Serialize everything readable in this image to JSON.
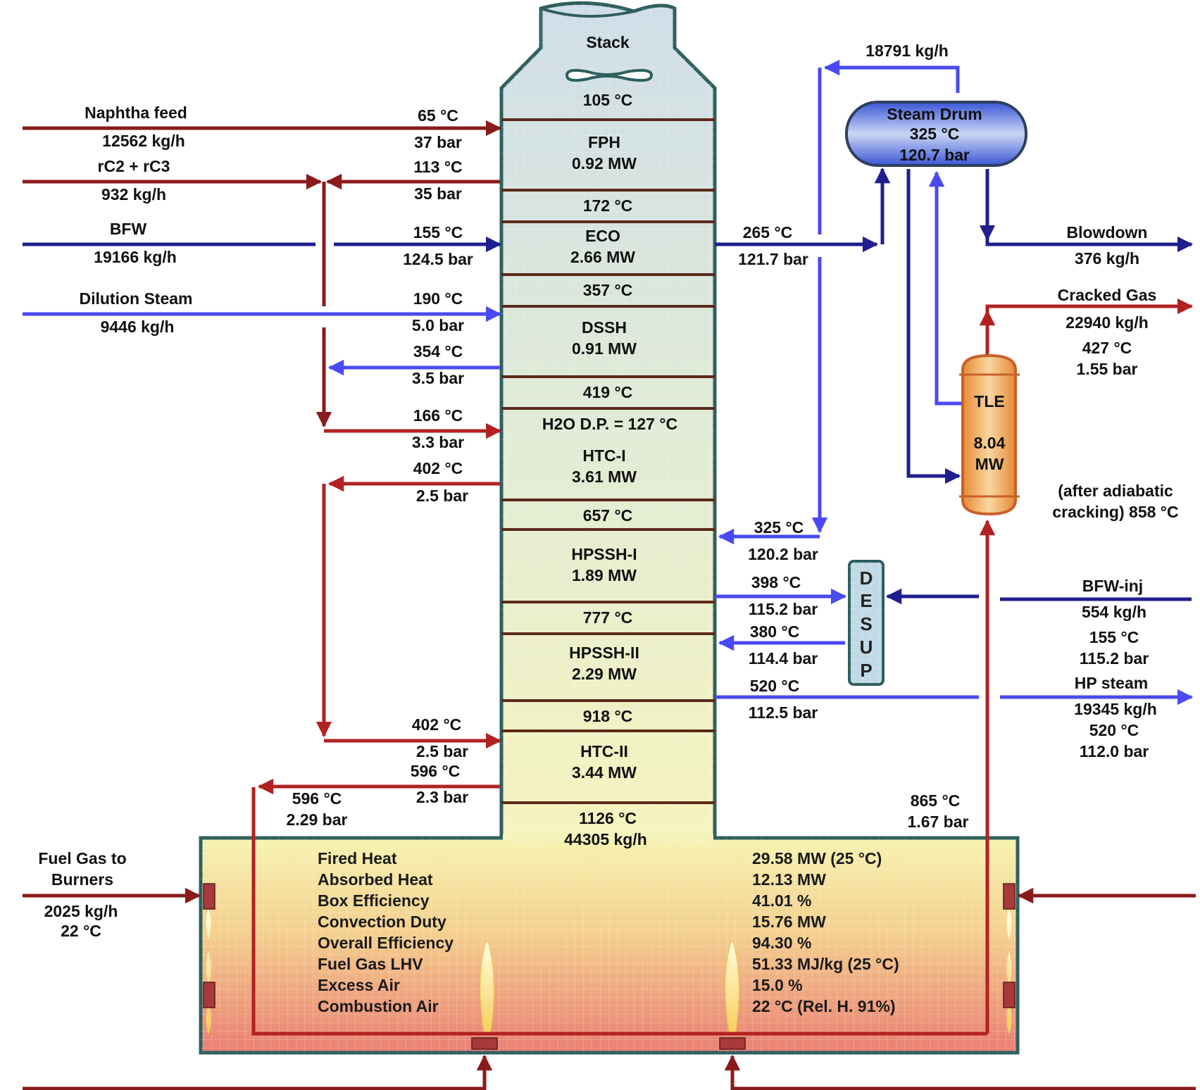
{
  "stack": {
    "title": "Stack",
    "t_exit": "105 °C"
  },
  "sections": [
    {
      "name": "FPH",
      "duty": "0.92 MW"
    },
    {
      "name": "ECO",
      "duty": "2.66 MW"
    },
    {
      "name": "DSSH",
      "duty": "0.91 MW"
    },
    {
      "name": "HTC-I",
      "duty": "3.61 MW"
    },
    {
      "name": "HPSSH-I",
      "duty": "1.89 MW"
    },
    {
      "name": "HPSSH-II",
      "duty": "2.29 MW"
    },
    {
      "name": "HTC-II",
      "duty": "3.44 MW"
    }
  ],
  "flue_temps": {
    "t1": "172 °C",
    "t2": "357 °C",
    "t3": "419 °C",
    "dew_point": "H2O D.P. = 127 °C",
    "t4": "657 °C",
    "t5": "777 °C",
    "t6": "918 °C",
    "t7": "1126 °C",
    "flow": "44305 kg/h"
  },
  "left_streams": {
    "naphtha": {
      "name": "Naphtha feed",
      "flow": "12562 kg/h",
      "temp": "65 °C",
      "pres": "37 bar"
    },
    "rc2rc3": {
      "name": "rC2 + rC3",
      "flow": "932 kg/h",
      "temp": "113 °C",
      "pres": "35 bar"
    },
    "bfw": {
      "name": "BFW",
      "flow": "19166 kg/h",
      "temp": "155 °C",
      "pres": "124.5 bar"
    },
    "dilution": {
      "name": "Dilution Steam",
      "flow": "9446 kg/h",
      "temp": "190 °C",
      "pres": "5.0 bar"
    },
    "dssh_out": {
      "temp": "354 °C",
      "pres": "3.5 bar"
    },
    "htc1_in": {
      "temp": "166 °C",
      "pres": "3.3 bar"
    },
    "htc1_out": {
      "temp": "402 °C",
      "pres": "2.5 bar"
    },
    "htc2_in": {
      "temp": "402 °C",
      "pres": "2.5 bar"
    },
    "htc2_out": {
      "temp": "596 °C",
      "pres": "2.3 bar"
    },
    "to_box": {
      "temp": "596 °C",
      "pres": "2.29 bar"
    },
    "fuel": {
      "name_line1": "Fuel Gas to",
      "name_line2": "Burners",
      "flow": "2025 kg/h",
      "temp": "22 °C"
    }
  },
  "right_streams": {
    "drum_top_flow": "18791 kg/h",
    "steam_drum": {
      "name": "Steam Drum",
      "temp": "325 °C",
      "pres": "120.7 bar"
    },
    "eco_out": {
      "temp": "265 °C",
      "pres": "121.7 bar"
    },
    "blowdown": {
      "name": "Blowdown",
      "flow": "376 kg/h"
    },
    "cracked_gas": {
      "name": "Cracked Gas",
      "flow": "22940 kg/h",
      "temp": "427 °C",
      "pres": "1.55 bar"
    },
    "tle": {
      "name": "TLE",
      "duty_value": "8.04",
      "duty_unit": "MW"
    },
    "adiabatic_line1": "(after adiabatic",
    "adiabatic_line2": "cracking) 858 °C",
    "hpssh1_in": {
      "temp": "325 °C",
      "pres": "120.2 bar"
    },
    "hpssh1_out": {
      "temp": "398 °C",
      "pres": "115.2 bar"
    },
    "hpssh2_in": {
      "temp": "380 °C",
      "pres": "114.4 bar"
    },
    "hpssh2_out": {
      "temp": "520 °C",
      "pres": "112.5 bar"
    },
    "desup_letters": [
      "D",
      "E",
      "S",
      "U",
      "P"
    ],
    "bfw_inj": {
      "name": "BFW-inj",
      "flow": "554 kg/h",
      "temp": "155 °C",
      "pres": "115.2 bar"
    },
    "hp_steam": {
      "name": "HP steam",
      "flow": "19345 kg/h",
      "temp": "520 °C",
      "pres": "112.0 bar"
    },
    "coil_out": {
      "temp": "865 °C",
      "pres": "1.67 bar"
    }
  },
  "firebox": {
    "rows": [
      {
        "label": "Fired Heat",
        "value": "29.58 MW (25 °C)"
      },
      {
        "label": "Absorbed Heat",
        "value": "12.13 MW"
      },
      {
        "label": "Box Efficiency",
        "value": "41.01 %"
      },
      {
        "label": "Convection Duty",
        "value": "15.76 MW"
      },
      {
        "label": "Overall Efficiency",
        "value": "94.30 %"
      },
      {
        "label": "Fuel Gas LHV",
        "value": "51.33 MJ/kg (25 °C)"
      },
      {
        "label": "Excess Air",
        "value": "15.0 %"
      },
      {
        "label": "Combustion Air",
        "value": "22 °C (Rel. H. 91%)"
      }
    ]
  },
  "colors": {
    "hydrocarbon": "#8b1a1a",
    "hot_process": "#b22222",
    "water": "#1f1f8f",
    "steam": "#4a4af5",
    "casing": "#2f5f5f"
  }
}
